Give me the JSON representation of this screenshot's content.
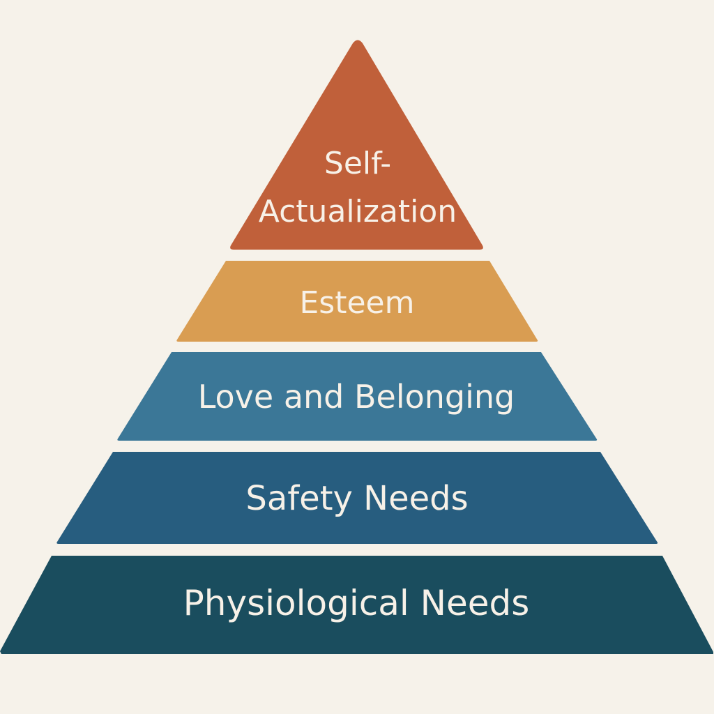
{
  "title": "Maslow's Hierarchy of Needs pyramid",
  "levels": [
    {
      "label_lines": [
        "Self-",
        "Actualization"
      ],
      "color": "#C0603A"
    },
    {
      "label_lines": [
        "Esteem"
      ],
      "color": "#D99D52"
    },
    {
      "label_lines": [
        "Love and Belonging"
      ],
      "color": "#3B7797"
    },
    {
      "label_lines": [
        "Safety Needs"
      ],
      "color": "#275D7F"
    },
    {
      "label_lines": [
        "Physiological Needs"
      ],
      "color": "#1A4D5E"
    }
  ],
  "background": "#F6F2EA"
}
